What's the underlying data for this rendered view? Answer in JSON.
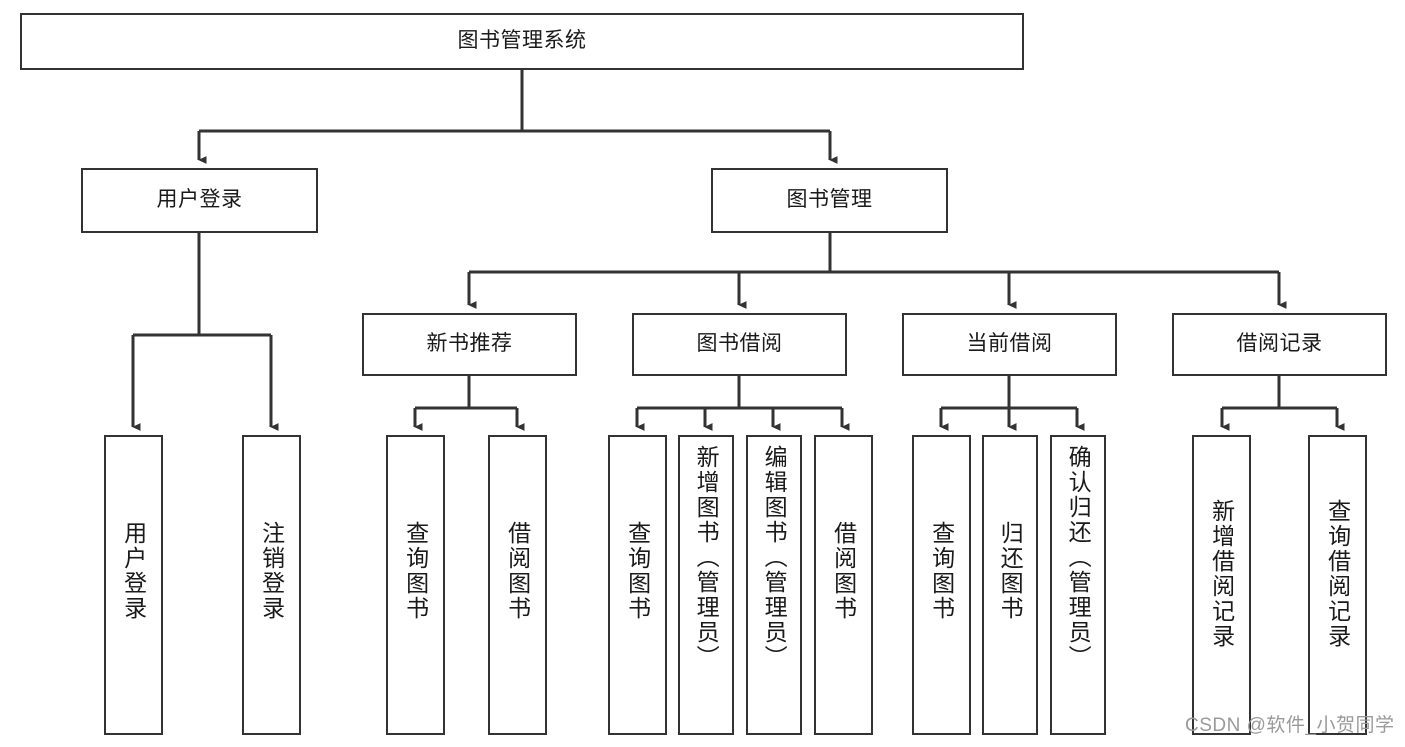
{
  "diagram": {
    "type": "function-hierarchy-tree",
    "title": "图书管理系统",
    "watermark": "CSDN @软件_小贺同学",
    "colors": {
      "box_border": "#333333",
      "box_fill": "#ffffff",
      "connector": "#333333",
      "text": "#1a1a1a",
      "watermark": "#9a9a9a",
      "background": "#ffffff"
    },
    "root": {
      "label": "图书管理系统"
    },
    "level1": [
      {
        "label": "用户登录"
      },
      {
        "label": "图书管理"
      }
    ],
    "level2": [
      {
        "label": "新书推荐"
      },
      {
        "label": "图书借阅"
      },
      {
        "label": "当前借阅"
      },
      {
        "label": "借阅记录"
      }
    ],
    "leaves": {
      "user_login": [
        {
          "label": "用户登录"
        },
        {
          "label": "注销登录"
        }
      ],
      "new_book_recommend": [
        {
          "label": "查询图书"
        },
        {
          "label": "借阅图书"
        }
      ],
      "book_borrow": [
        {
          "label": "查询图书"
        },
        {
          "label": "新增图书（管理员）"
        },
        {
          "label": "编辑图书（管理员）"
        },
        {
          "label": "借阅图书"
        }
      ],
      "current_borrow": [
        {
          "label": "查询图书"
        },
        {
          "label": "归还图书"
        },
        {
          "label": "确认归还（管理员）"
        }
      ],
      "borrow_records": [
        {
          "label": "新增借阅记录"
        },
        {
          "label": "查询借阅记录"
        }
      ]
    }
  }
}
